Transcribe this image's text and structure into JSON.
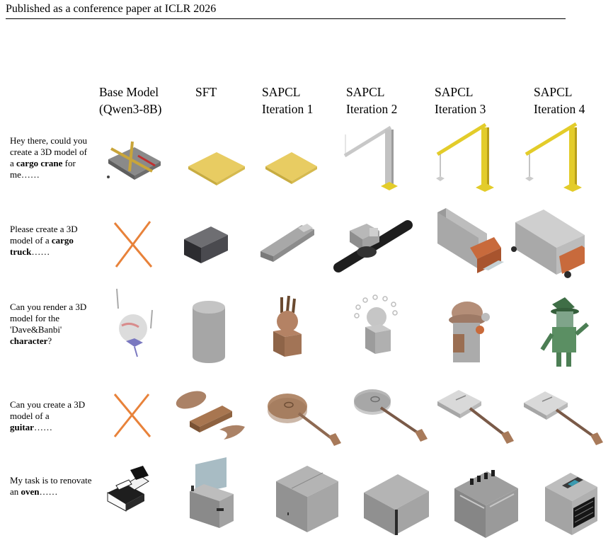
{
  "header": {
    "text": "Published as a conference paper at ICLR 2026"
  },
  "columns": [
    {
      "line1": "Base Model",
      "line2": "(Qwen3-8B)"
    },
    {
      "line1": "SFT",
      "line2": ""
    },
    {
      "line1": "SAPCL",
      "line2": "Iteration 1"
    },
    {
      "line1": "SAPCL",
      "line2": "Iteration 2"
    },
    {
      "line1": "SAPCL",
      "line2": "Iteration 3"
    },
    {
      "line1": "SAPCL",
      "line2": "Iteration 4"
    }
  ],
  "rows": [
    {
      "p1": "Hey there, could you create a 3D model of a ",
      "bold": "cargo crane",
      "p2": " for me……"
    },
    {
      "p1": "Please create a 3D model of a ",
      "bold": "cargo truck",
      "p2": "……"
    },
    {
      "p1": "Can you render a 3D model for the 'Dave&Banbi' ",
      "bold": "character",
      "p2": "?"
    },
    {
      "p1": "Can you create a 3D model of a ",
      "bold": "guitar",
      "p2": "……"
    },
    {
      "p1": "My task is to renovate an ",
      "bold": "oven",
      "p2": "……"
    }
  ],
  "colors": {
    "fail_cross": "#e8823a",
    "crane_yellow": "#e3cc2a",
    "plate_yellow": "#e8cc62",
    "gray": "#9a9a9a",
    "orange_cargo": "#c86a3c",
    "wood": "#a67a5a",
    "dark": "#2a2a2a"
  },
  "cell_icons": [
    [
      "crane-base-fail-icon",
      "yellow-plate-icon",
      "yellow-plate-icon",
      "gray-crane-icon",
      "yellow-crane-icon",
      "yellow-crane-icon"
    ],
    [
      "failure-cross-icon",
      "dark-box-icon",
      "flat-gray-slab-icon",
      "pipe-assembly-icon",
      "partial-truck-icon",
      "cargo-truck-icon"
    ],
    [
      "floating-sphere-icon",
      "gray-cylinder-icon",
      "antler-head-figure-icon",
      "gray-head-figure-icon",
      "hat-figure-icon",
      "green-character-icon"
    ],
    [
      "failure-cross-icon",
      "scattered-wood-parts-icon",
      "round-wood-guitar-icon",
      "round-gray-guitar-icon",
      "square-guitar-icon",
      "square-guitar-icon"
    ],
    [
      "broken-oven-icon",
      "open-box-oven-icon",
      "gray-box-oven-icon",
      "gray-box-oven-icon",
      "knob-oven-icon",
      "detailed-oven-icon"
    ]
  ]
}
